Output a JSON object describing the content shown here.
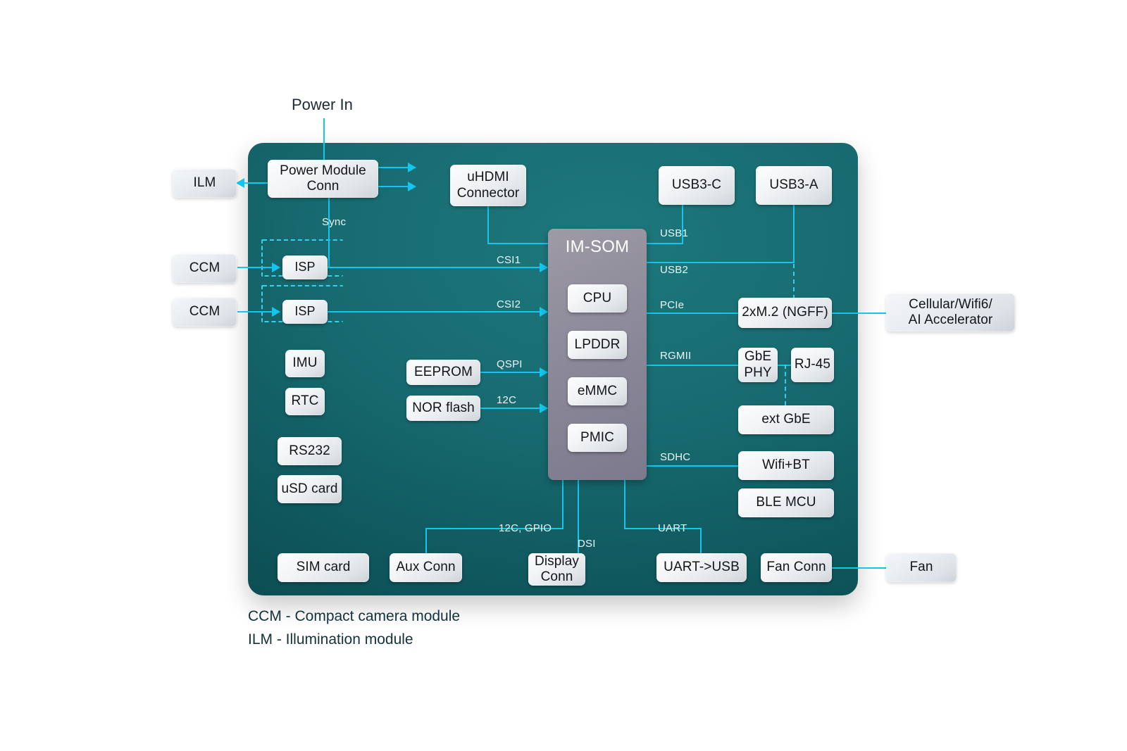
{
  "diagram": {
    "title_external": "Power In",
    "board": {
      "name": "carrier-board"
    },
    "som": {
      "title": "IM-SOM",
      "blocks": [
        {
          "label": "CPU"
        },
        {
          "label": "LPDDR"
        },
        {
          "label": "eMMC"
        },
        {
          "label": "PMIC"
        }
      ]
    },
    "board_blocks": [
      {
        "id": "power-module-conn",
        "label": "Power Module\nConn"
      },
      {
        "id": "uhdmi-connector",
        "label": "uHDMI\nConnector"
      },
      {
        "id": "usb3-c",
        "label": "USB3-C"
      },
      {
        "id": "usb3-a",
        "label": "USB3-A"
      },
      {
        "id": "isp-1",
        "label": "ISP"
      },
      {
        "id": "isp-2",
        "label": "ISP"
      },
      {
        "id": "imu",
        "label": "IMU"
      },
      {
        "id": "rtc",
        "label": "RTC"
      },
      {
        "id": "rs232",
        "label": "RS232"
      },
      {
        "id": "usd-card",
        "label": "uSD card"
      },
      {
        "id": "eeprom",
        "label": "EEPROM"
      },
      {
        "id": "nor-flash",
        "label": "NOR flash"
      },
      {
        "id": "m2-ngff",
        "label": "2xM.2 (NGFF)"
      },
      {
        "id": "gbe-phy",
        "label": "GbE\nPHY"
      },
      {
        "id": "rj45",
        "label": "RJ-45"
      },
      {
        "id": "ext-gbe",
        "label": "ext GbE"
      },
      {
        "id": "wifi-bt",
        "label": "Wifi+BT"
      },
      {
        "id": "ble-mcu",
        "label": "BLE MCU"
      },
      {
        "id": "sim-card",
        "label": "SIM card"
      },
      {
        "id": "aux-conn",
        "label": "Aux Conn"
      },
      {
        "id": "display-conn",
        "label": "Display\nConn"
      },
      {
        "id": "uart-usb",
        "label": "UART->USB"
      },
      {
        "id": "fan-conn",
        "label": "Fan Conn"
      }
    ],
    "external_blocks": [
      {
        "id": "ilm",
        "label": "ILM"
      },
      {
        "id": "ccm-1",
        "label": "CCM"
      },
      {
        "id": "ccm-2",
        "label": "CCM"
      },
      {
        "id": "cellular",
        "label": "Cellular/Wifi6/\nAI Accelerator"
      },
      {
        "id": "fan",
        "label": "Fan"
      }
    ],
    "bus_labels": [
      {
        "id": "sync",
        "label": "Sync"
      },
      {
        "id": "csi1",
        "label": "CSI1"
      },
      {
        "id": "csi2",
        "label": "CSI2"
      },
      {
        "id": "qspi",
        "label": "QSPI"
      },
      {
        "id": "i2c-nor",
        "label": "12C"
      },
      {
        "id": "usb1",
        "label": "USB1"
      },
      {
        "id": "usb2",
        "label": "USB2"
      },
      {
        "id": "pcie",
        "label": "PCIe"
      },
      {
        "id": "rgmii",
        "label": "RGMII"
      },
      {
        "id": "sdhc",
        "label": "SDHC"
      },
      {
        "id": "i2c-gpio",
        "label": "12C, GPIO"
      },
      {
        "id": "dsi",
        "label": "DSI"
      },
      {
        "id": "uart",
        "label": "UART"
      }
    ],
    "legend": [
      {
        "label": "CCM - Compact camera module"
      },
      {
        "label": "ILM - Illumination module"
      }
    ],
    "colors": {
      "board_teal": "#176b70",
      "board_teal_dark": "#0a454b",
      "connector_cyan": "#12c6ef",
      "som_gray": "#908d9c",
      "chip_light": "#f2f4f6",
      "text_dark": "#12161a"
    }
  }
}
